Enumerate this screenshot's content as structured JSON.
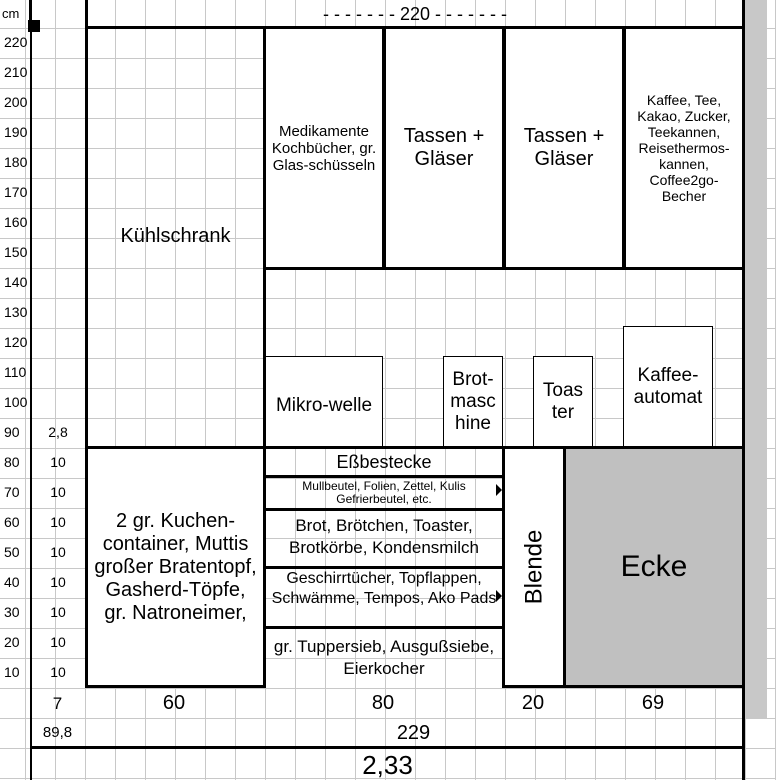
{
  "top": {
    "unit": "cm",
    "width_label": "- - - - - - -   220   - - - - - - -"
  },
  "ruler": {
    "heights": [
      "220",
      "210",
      "200",
      "190",
      "180",
      "170",
      "160",
      "150",
      "140",
      "130",
      "120",
      "110",
      "100",
      "90",
      "80",
      "70",
      "60",
      "50",
      "40",
      "30",
      "20",
      "10"
    ],
    "col2": [
      "2,8",
      "10",
      "10",
      "10",
      "10",
      "10",
      "10",
      "10",
      "10"
    ]
  },
  "upper": {
    "fridge": "Kühlschrank",
    "cab1": "Medikamente Kochbücher, gr. Glas-schüsseln",
    "cab2": "Tassen + Gläser",
    "cab3": "Tassen + Gläser",
    "cab4": "Kaffee, Tee, Kakao, Zucker, Teekannen, Reisethermos-kannen, Coffee2go-Becher"
  },
  "appliances": {
    "micro": "Mikro-welle",
    "brot": "Brot-masc hine",
    "toast": "Toas ter",
    "kaffee": "Kaffee-automat"
  },
  "lower": {
    "left": "2 gr. Kuchen-container, Muttis großer Bratentopf, Gasherd-Töpfe, gr. Natroneimer,",
    "d1": "Eßbestecke",
    "d2": "Mullbeutel, Folien, Zettel, Kulis Gefrierbeutel, etc.",
    "d3": "Brot, Brötchen, Toaster, Brotkörbe, Kondensmilch",
    "d4": "Geschirrtücher, Topflappen, Schwämme, Tempos, Ako Pads",
    "d5": "gr. Tuppersieb, Ausgußsiebe, Eierkocher",
    "blende": "Blende",
    "ecke": "Ecke"
  },
  "bottom": {
    "row1": [
      "7",
      "60",
      "80",
      "20",
      "69"
    ],
    "row2_left": "89,8",
    "row2_total": "229",
    "row3_total": "2,33"
  },
  "colors": {
    "ecke_fill": "#c0c0c0",
    "grid_line": "#c8c8c8"
  }
}
